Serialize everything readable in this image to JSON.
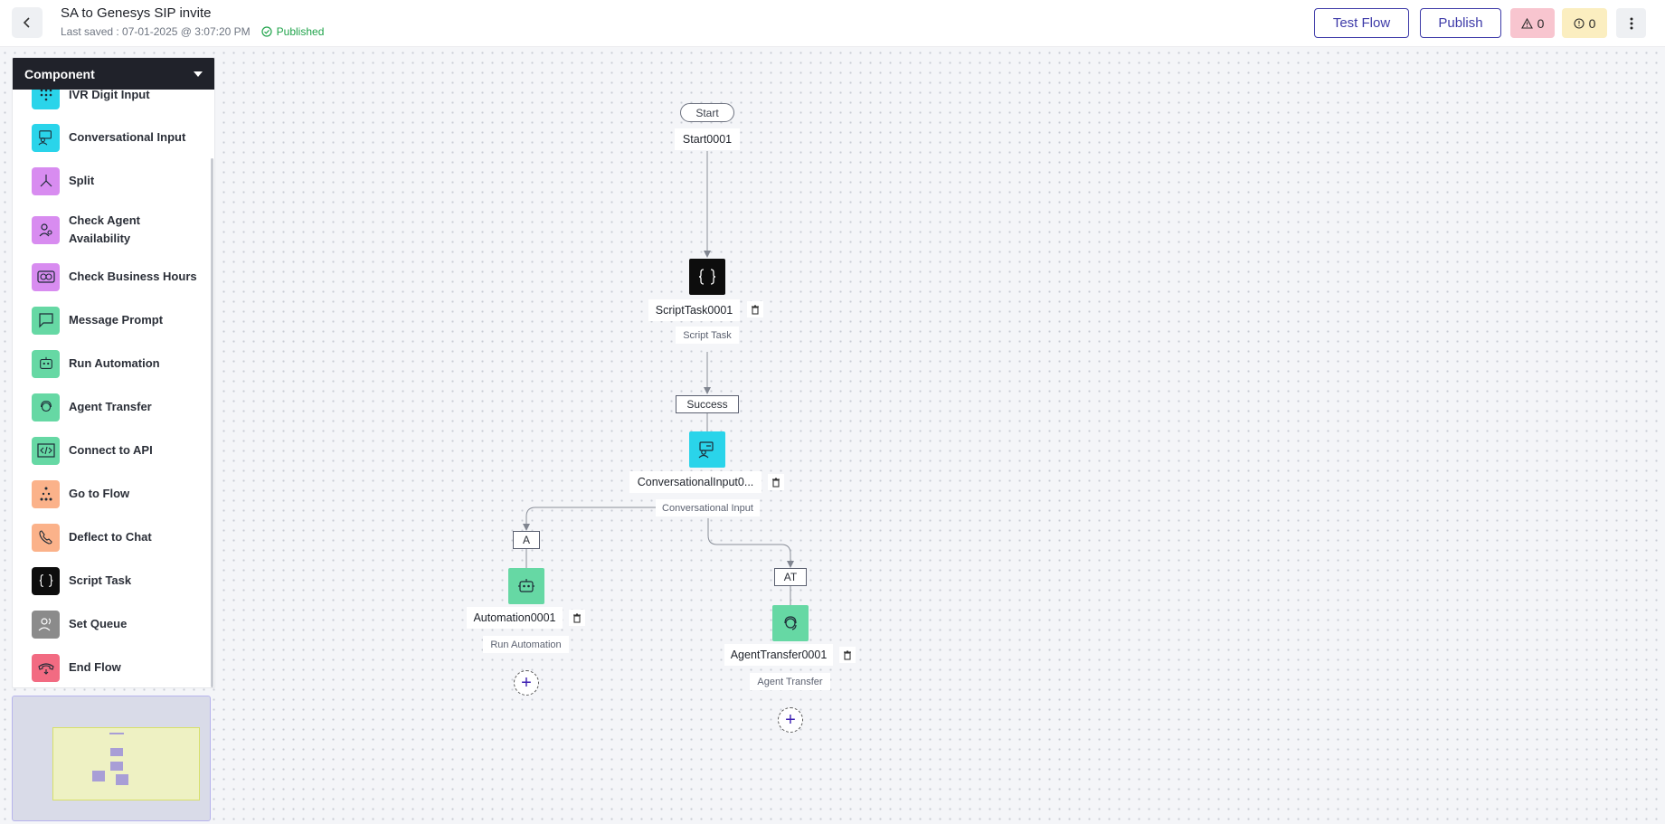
{
  "header": {
    "title": "SA to Genesys SIP invite",
    "last_saved": "Last saved : 07-01-2025 @ 3:07:20 PM",
    "status": "Published",
    "test_flow_label": "Test Flow",
    "publish_label": "Publish",
    "warnings_count": "0",
    "info_count": "0"
  },
  "sidebar": {
    "title": "Component",
    "items": [
      {
        "label": "IVR Digit Input",
        "icon": "dialpad-icon",
        "color": "#2ad4ea"
      },
      {
        "label": "Conversational Input",
        "icon": "conversation-icon",
        "color": "#2ad4ea"
      },
      {
        "label": "Split",
        "icon": "split-icon",
        "color": "#d88cf0"
      },
      {
        "label": "Check Agent Availability",
        "icon": "agent-search-icon",
        "color": "#d88cf0"
      },
      {
        "label": "Check Business Hours",
        "icon": "clock-icon",
        "color": "#d88cf0"
      },
      {
        "label": "Message Prompt",
        "icon": "message-icon",
        "color": "#66d8a4"
      },
      {
        "label": "Run Automation",
        "icon": "robot-icon",
        "color": "#66d8a4"
      },
      {
        "label": "Agent Transfer",
        "icon": "headset-icon",
        "color": "#66d8a4"
      },
      {
        "label": "Connect to API",
        "icon": "code-window-icon",
        "color": "#66d8a4"
      },
      {
        "label": "Go to Flow",
        "icon": "flow-tree-icon",
        "color": "#fbb28a"
      },
      {
        "label": "Deflect to Chat",
        "icon": "phone-chat-icon",
        "color": "#fbb28a"
      },
      {
        "label": "Script Task",
        "icon": "braces-icon",
        "color": "#0d0d0d"
      },
      {
        "label": "Set Queue",
        "icon": "users-icon",
        "color": "#8b8b8b"
      },
      {
        "label": "End Flow",
        "icon": "end-call-icon",
        "color": "#f26b82"
      }
    ]
  },
  "flow": {
    "start": {
      "pill": "Start",
      "name": "Start0001"
    },
    "script_task": {
      "name": "ScriptTask0001",
      "type": "Script Task"
    },
    "success_label": "Success",
    "conversational": {
      "name": "ConversationalInput0...",
      "type": "Conversational Input"
    },
    "branch_a": {
      "label": "A",
      "name": "Automation0001",
      "type": "Run Automation"
    },
    "branch_at": {
      "label": "AT",
      "name": "AgentTransfer0001",
      "type": "Agent Transfer"
    },
    "add_symbol": "+"
  },
  "colors": {
    "accent": "#3d3aa8",
    "published": "#1fa34a",
    "cyan": "#2ad4ea",
    "green": "#66d8a4",
    "purple": "#d88cf0",
    "orange": "#fbb28a",
    "script": "#0d0d0d"
  }
}
